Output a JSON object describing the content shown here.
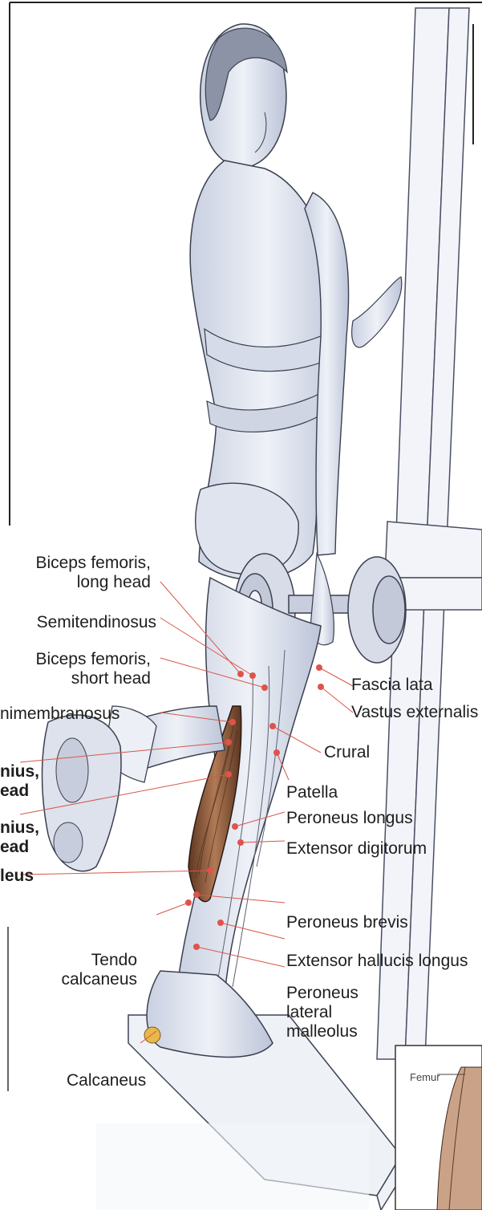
{
  "figure": {
    "labels_left": [
      {
        "id": "biceps-femoris-long",
        "lines": [
          "Biceps femoris,",
          "long head"
        ]
      },
      {
        "id": "semitendinosus",
        "lines": [
          "Semitendinosus"
        ]
      },
      {
        "id": "biceps-femoris-short",
        "lines": [
          "Biceps femoris,",
          "short head"
        ]
      },
      {
        "id": "semimembranosus",
        "lines": [
          "nimembranosus"
        ]
      },
      {
        "id": "gastrocnemius-1",
        "lines": [
          "nius,",
          "ead"
        ]
      },
      {
        "id": "gastrocnemius-2",
        "lines": [
          "nius,",
          "ead"
        ]
      },
      {
        "id": "soleus",
        "lines": [
          "leus"
        ]
      },
      {
        "id": "tendo-calcaneus",
        "lines": [
          "Tendo",
          "calcaneus"
        ]
      },
      {
        "id": "calcaneus",
        "lines": [
          "Calcaneus"
        ]
      }
    ],
    "labels_right": [
      {
        "id": "fascia-lata",
        "lines": [
          "Fascia lata"
        ]
      },
      {
        "id": "vastus-externalis",
        "lines": [
          "Vastus externalis"
        ]
      },
      {
        "id": "crural",
        "lines": [
          "Crural"
        ]
      },
      {
        "id": "patella",
        "lines": [
          "Patella"
        ]
      },
      {
        "id": "peroneus-longus",
        "lines": [
          "Peroneus longus"
        ]
      },
      {
        "id": "extensor-digitorum",
        "lines": [
          "Extensor digitorum"
        ]
      },
      {
        "id": "peroneus-brevis",
        "lines": [
          "Peroneus brevis"
        ]
      },
      {
        "id": "extensor-hallucis-longus",
        "lines": [
          "Extensor hallucis longus"
        ]
      },
      {
        "id": "peroneus-lateral-malleolus",
        "lines": [
          "Peroneus",
          "lateral",
          "malleolus"
        ]
      }
    ],
    "inset_label": "Femur",
    "colors": {
      "body_fill": "#e3e7f1",
      "body_shade": "#b6bfd3",
      "outline": "#3a3f4e",
      "muscle": "#8a5a3c",
      "leader": "#d8564a",
      "dot": "#e0534a"
    }
  }
}
